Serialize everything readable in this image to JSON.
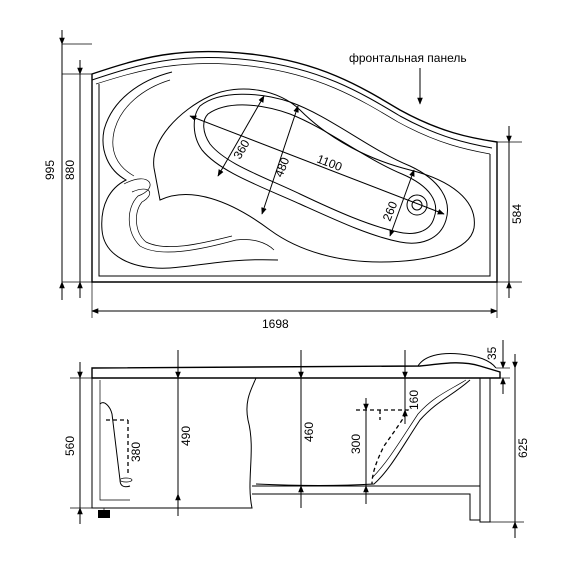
{
  "labels": {
    "front_panel": "фронтальная панель"
  },
  "top_view": {
    "overall_height": "995",
    "height": "880",
    "length": "1698",
    "right_height": "584",
    "seat_width": "360",
    "bowl_width": "480",
    "bowl_length": "1100",
    "drain_width": "260"
  },
  "side_view": {
    "height": "560",
    "total_height": "625",
    "backrest_height": "380",
    "depth_left": "490",
    "depth_middle": "460",
    "seat_depth": "300",
    "step_height": "160",
    "rim_height": "35"
  }
}
